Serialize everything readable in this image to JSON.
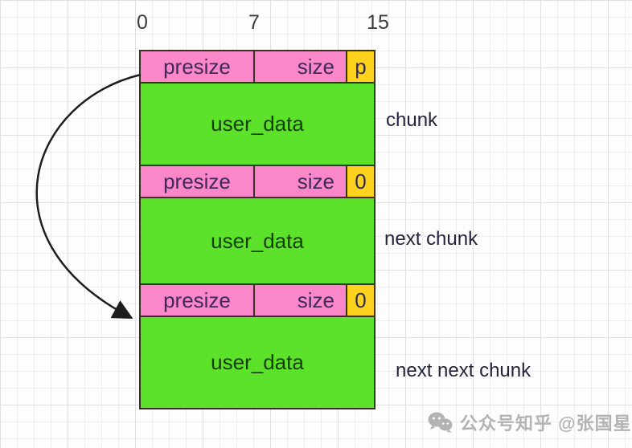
{
  "ruler": {
    "tick_start": "0",
    "tick_mid": "7",
    "tick_end": "15"
  },
  "chunks": [
    {
      "presize": "presize",
      "size": "size",
      "flag": "p",
      "user_data": "user_data",
      "label": "chunk"
    },
    {
      "presize": "presize",
      "size": "size",
      "flag": "0",
      "user_data": "user_data",
      "label": "next chunk"
    },
    {
      "presize": "presize",
      "size": "size",
      "flag": "0",
      "user_data": "user_data",
      "label": "next next chunk"
    }
  ],
  "watermark": {
    "icon": "wechat-icon",
    "text": "公众号知乎 @张国星"
  },
  "colors": {
    "pink": "#fa87c9",
    "yellow": "#ffd21e",
    "green": "#5ce22b",
    "border": "#37311f",
    "grid_minor": "#ededed",
    "grid_major": "#e0e0e0",
    "arrow": "#1d1d1d",
    "watermark_gray": "#b3b3b3"
  }
}
